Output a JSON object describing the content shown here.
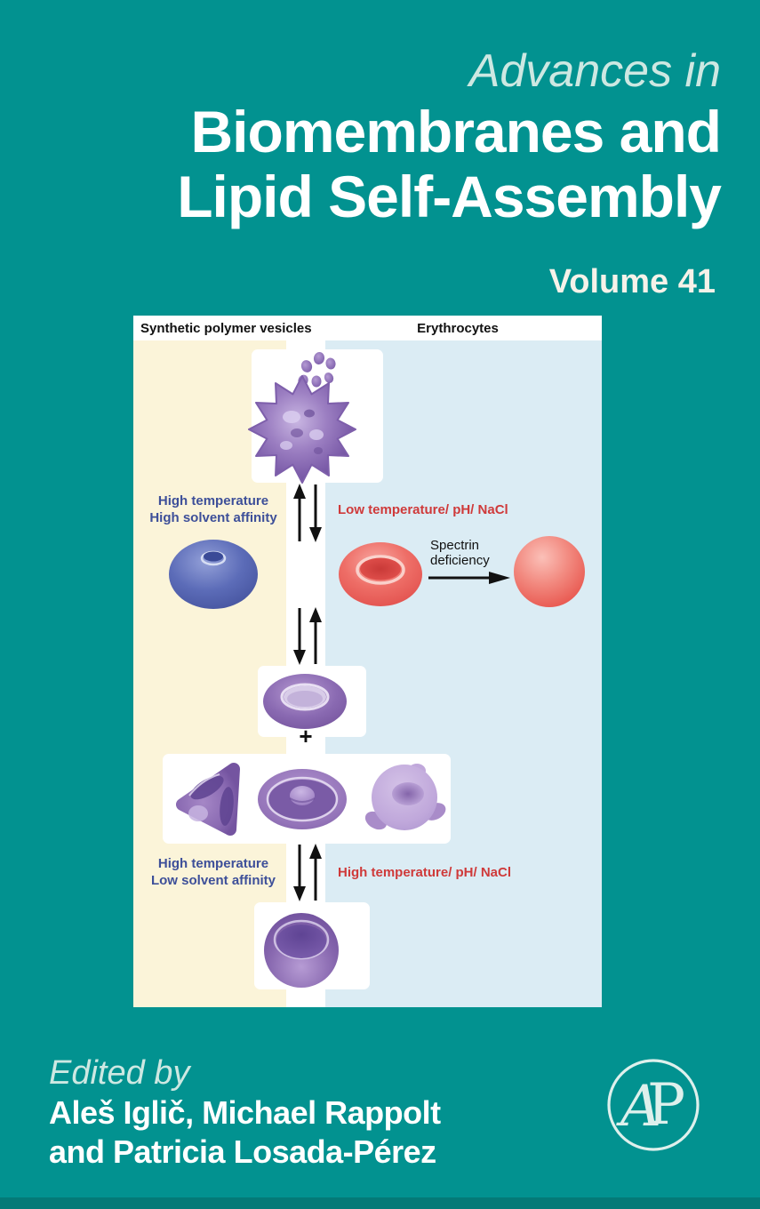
{
  "cover": {
    "series": "Advances in",
    "title_lines": [
      "Biomembranes and",
      "Lipid Self-Assembly"
    ],
    "volume": "Volume 41",
    "colors": {
      "background_teal": "#029290",
      "title_white": "#ffffff",
      "series_mint": "#cde8e2",
      "bottom_edge": "#047a77"
    }
  },
  "figure": {
    "header_left": "Synthetic polymer vesicles",
    "header_right": "Erythrocytes",
    "label_high_high": [
      "High temperature",
      "High solvent affinity"
    ],
    "label_low_red": "Low temperature/ pH/ NaCl",
    "spectrin": [
      "Spectrin",
      "deficiency"
    ],
    "plus": "+",
    "label_high_low": [
      "High temperature",
      "Low solvent affinity"
    ],
    "label_high_red": "High temperature/ pH/ NaCl",
    "colors": {
      "left_column_cream": "#fbf4d9",
      "right_column_blue": "#dbecf4",
      "label_blue": "#3d4f99",
      "label_red": "#cf3a3a",
      "purple_vesicle": "#8a6ab2",
      "blue_vesicle": "#5c6cb8",
      "red_cell": "#e85a52"
    },
    "icons": [
      "budding-dots-icon",
      "echinocyte-vesicle-icon",
      "equilibrium-arrows-icon",
      "blue-stomatocyte-icon",
      "red-discocyte-icon",
      "spectrin-arrow-icon",
      "red-spherocyte-icon",
      "purple-discocyte-icon",
      "knizocyte-vesicle-icon",
      "disc-bump-vesicle-icon",
      "acanthocyte-vesicle-icon",
      "purple-bowl-stomatocyte-icon"
    ]
  },
  "editors": {
    "prefix": "Edited by",
    "names_lines": [
      "Aleš Iglič, Michael Rappolt",
      "and Patricia Losada-Pérez"
    ]
  },
  "publisher": {
    "logo_a": "A",
    "logo_p": "P"
  }
}
